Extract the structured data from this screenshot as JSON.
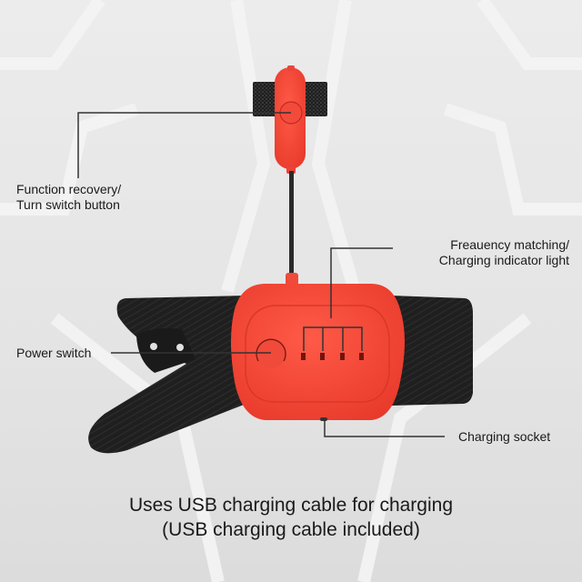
{
  "callouts": {
    "function_recovery": {
      "line1": "Function recovery/",
      "line2": "Turn switch button"
    },
    "frequency_matching": {
      "line1": "Freauency matching/",
      "line2": "Charging indicator light"
    },
    "power_switch": {
      "label": "Power switch"
    },
    "charging_socket": {
      "label": "Charging socket"
    }
  },
  "caption": {
    "line1": "Uses USB charging cable for charging",
    "line2": "(USB charging cable included)"
  },
  "colors": {
    "device_red": "#f2493a",
    "strap_black": "#1e1e1e",
    "background": "#e6e6e6",
    "leader_line": "#333333"
  },
  "indicator_lights": {
    "count": 4
  }
}
